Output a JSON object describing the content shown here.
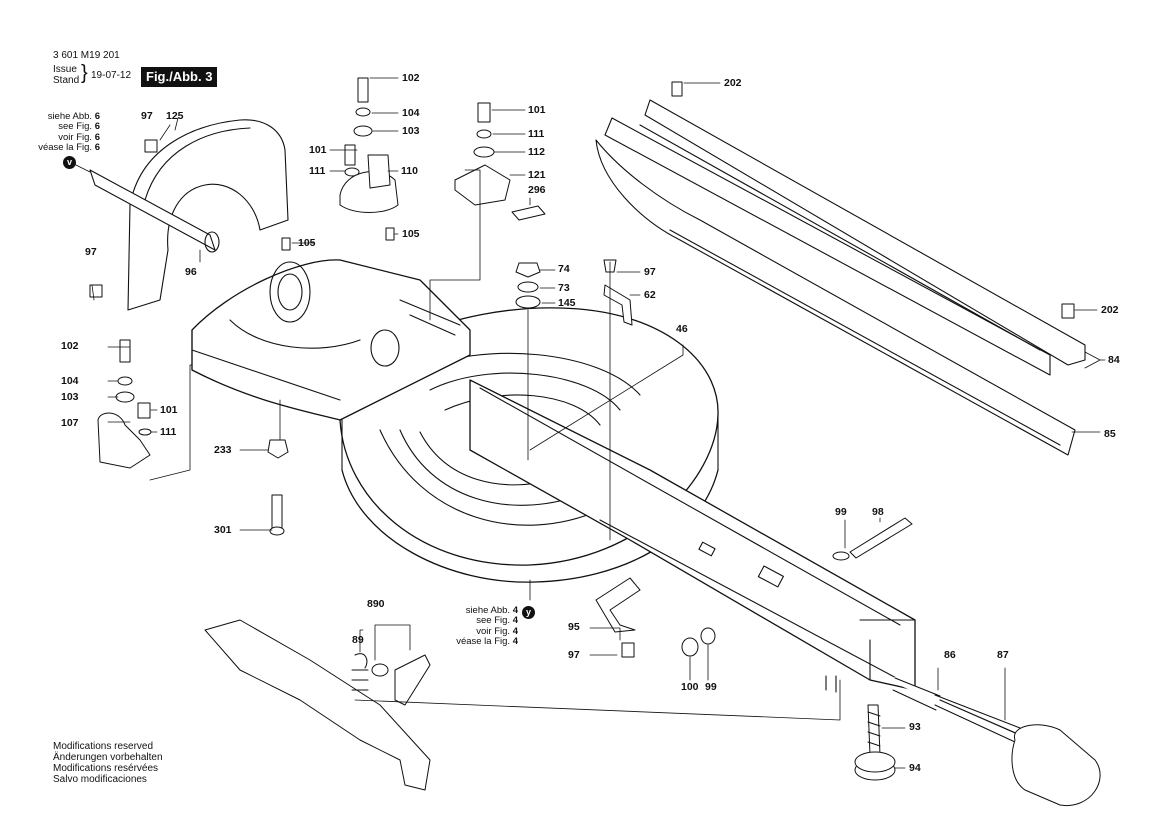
{
  "header": {
    "doc_number": "3 601 M19 201",
    "issue_label": "Issue",
    "stand_label": "Stand",
    "issue_date": "19-07-12",
    "figure_label": "Fig./Abb. 3"
  },
  "xrefs": [
    {
      "lines": [
        "siehe Abb.",
        "see Fig.",
        "voir Fig.",
        "véase la Fig."
      ],
      "number": "6",
      "marker": "v"
    },
    {
      "lines": [
        "siehe Abb.",
        "see Fig.",
        "voir Fig.",
        "véase la Fig."
      ],
      "number": "4",
      "marker": "y"
    }
  ],
  "part_labels": {
    "p102a": "102",
    "p104a": "104",
    "p103a": "103",
    "p101a": "101",
    "p111a": "111",
    "p110": "110",
    "p105a": "105",
    "p105b": "105",
    "p101b": "101",
    "p111b": "111",
    "p112": "112",
    "p121": "121",
    "p296": "296",
    "p202a": "202",
    "p202b": "202",
    "p97a": "97",
    "p125": "125",
    "p97b": "97",
    "p96": "96",
    "p74": "74",
    "p73": "73",
    "p145": "145",
    "p97c": "97",
    "p62": "62",
    "p46": "46",
    "p84": "84",
    "p85": "85",
    "p102b": "102",
    "p104b": "104",
    "p103b": "103",
    "p101c": "101",
    "p107": "107",
    "p111c": "111",
    "p233": "233",
    "p301": "301",
    "p99a": "99",
    "p98": "98",
    "p890": "890",
    "p89": "89",
    "p95": "95",
    "p97d": "97",
    "p100": "100",
    "p99b": "99",
    "p86": "86",
    "p87": "87",
    "p93": "93",
    "p94": "94"
  },
  "footer": {
    "lines": [
      "Modifications reserved",
      "Änderungen vorbehalten",
      "Modifications resérvées",
      "Salvo modificaciones"
    ]
  }
}
